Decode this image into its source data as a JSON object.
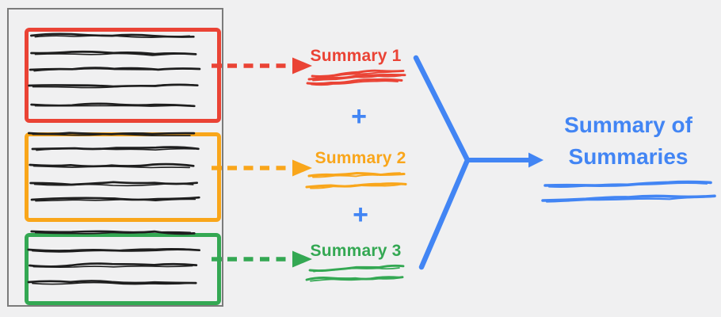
{
  "colors": {
    "bg": "#f0f0f1",
    "frame": "#7b7b7b",
    "ink": "#1e1e1e",
    "red": "#ea4335",
    "orange": "#f9a61b",
    "green": "#34a853",
    "blue": "#4285f4"
  },
  "source_document": {
    "chunks": [
      {
        "id": "chunk-1",
        "color": "red",
        "text_line_count": 5
      },
      {
        "id": "chunk-2",
        "color": "orange",
        "text_line_count": 5
      },
      {
        "id": "chunk-3",
        "color": "green",
        "text_line_count": 4
      }
    ]
  },
  "summaries": [
    {
      "label": "Summary 1",
      "color": "red",
      "scribble_line_count": 3
    },
    {
      "label": "Summary 2",
      "color": "orange",
      "scribble_line_count": 2
    },
    {
      "label": "Summary 3",
      "color": "green",
      "scribble_line_count": 2
    }
  ],
  "operators": {
    "plus_1": "+",
    "plus_2": "+"
  },
  "result": {
    "title_line_1": "Summary of",
    "title_line_2": "Summaries",
    "color": "blue",
    "scribble_line_count": 2
  },
  "icons": {
    "dashed_arrow": "dashed right arrow from each chunk to its summary",
    "merge_arrow": "three-way merge arrow joining summaries into result"
  }
}
